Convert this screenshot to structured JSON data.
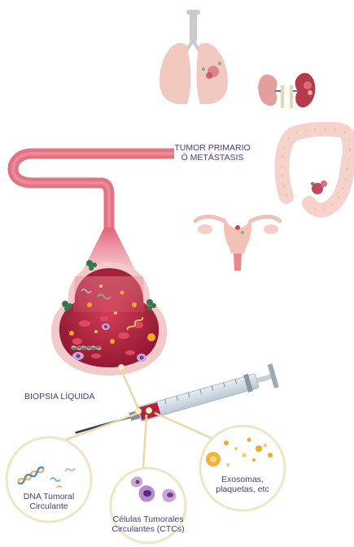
{
  "labels": {
    "tumor_line1": "TUMOR PRIMARIO",
    "tumor_line2": "Ó METÁSTASIS",
    "biopsy": "BIOPSIA LÍQUIDA",
    "dna_line1": "DNA Tumoral",
    "dna_line2": "Circulante",
    "ctc_line1": "Células Tumorales",
    "ctc_line2": "Circulantes (CTCs)",
    "exo_line1": "Exosomas,",
    "exo_line2": "plaquetas, etc"
  },
  "organs": [
    "lungs-icon",
    "kidney-icon",
    "colon-icon",
    "uterus-icon"
  ],
  "colors": {
    "vessel": "#e06a7a",
    "blood": "#a8203a",
    "tumor": "#c9566b",
    "connector": "#e9d9a8",
    "circle_border": "#efe6c4",
    "text": "#4a3a7a"
  }
}
